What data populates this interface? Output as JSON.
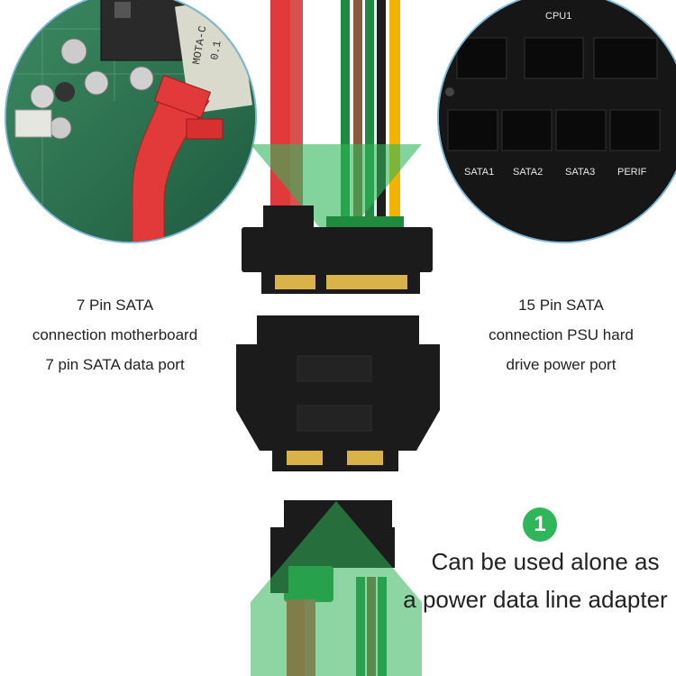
{
  "captions": {
    "left": [
      "7 Pin SATA",
      "connection motherboard",
      "7 pin SATA data port"
    ],
    "right": [
      "15 Pin SATA",
      "connection PSU hard",
      "drive power port"
    ]
  },
  "psu_labels": {
    "cpu": "CPU1",
    "ports": [
      "SATA1",
      "SATA2",
      "SATA3",
      "PERIF"
    ]
  },
  "motherboard_labels": {
    "chip_text": "MOTA-C",
    "chip_sub": "0.1"
  },
  "badge": {
    "number": "1",
    "color": "#2fb55a"
  },
  "bottom_text": [
    "Can be used alone as",
    "a power data line adapter"
  ],
  "colors": {
    "accent_green": "#2fb55a",
    "wire_red": "#e23a3a",
    "wire_green": "#1f8b3f",
    "wire_yellow": "#f2b400",
    "wire_brown": "#8b5a3c",
    "connector": "#1b1b1b",
    "pins": "#d9b24a"
  }
}
